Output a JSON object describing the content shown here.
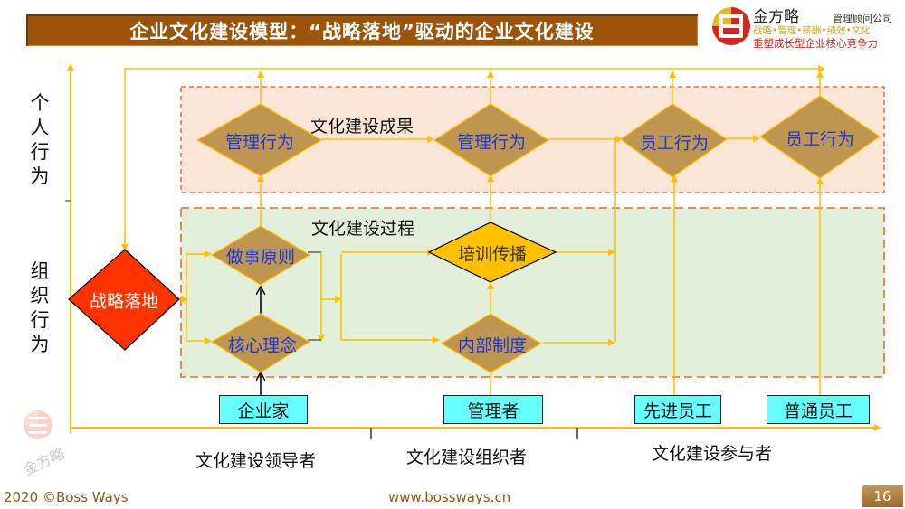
{
  "header": {
    "title": "企业文化建设模型：“战略落地”驱动的企业文化建设"
  },
  "logo": {
    "brand": "金方略",
    "subtitle": "管理顾问公司",
    "tags": "战略•管理•薪酬•绩效•文化",
    "slogan": "重塑成长型企业核心竞争力"
  },
  "axes": {
    "y_top_label": "个人行为",
    "y_bottom_label": "组织行为",
    "x_sections": [
      "文化建设领导者",
      "文化建设组织者",
      "文化建设参与者"
    ]
  },
  "regions": {
    "results": "文化建设成果",
    "process": "文化建设过程"
  },
  "nodes": {
    "strategy": "战略落地",
    "principles": "做事原则",
    "core_values": "核心理念",
    "training": "培训传播",
    "internal_system": "内部制度",
    "mgmt_behavior_1": "管理行为",
    "mgmt_behavior_2": "管理行为",
    "employee_behavior_1": "员工行为",
    "employee_behavior_2": "员工行为"
  },
  "roles": [
    "企业家",
    "管理者",
    "先进员工",
    "普通员工"
  ],
  "footer": {
    "copyright": "2020 ©Boss Ways",
    "url": "www.bossways.cn",
    "page": "16"
  },
  "colors": {
    "title_bg": "#9b5409",
    "arrow": "#ffc000",
    "diamond": "#bf9650",
    "strategy_diamond": "#ff3300",
    "training_diamond": "#ffc000",
    "role_box": "#66ffff",
    "results_bg": "#fbe5d6",
    "process_bg": "#e2efda",
    "label_blue": "#1b38e0"
  }
}
